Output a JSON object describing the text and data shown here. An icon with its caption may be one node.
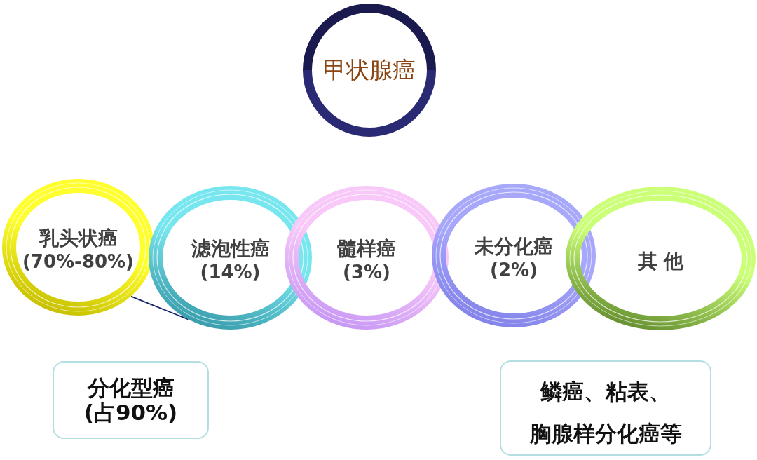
{
  "diagram": {
    "nodes": [
      {
        "text": [
          "甲状腺癌"
        ]
      },
      {
        "text": [
          "乳头状癌",
          "(70%-80%)"
        ]
      },
      {
        "text": [
          "滤泡性癌",
          "(14%)"
        ]
      },
      {
        "text": [
          "髓样癌",
          "(3%)"
        ]
      },
      {
        "text": [
          "未分化癌",
          "(2%)"
        ]
      },
      {
        "text": [
          "其 他"
        ]
      },
      {
        "text": [
          "分化型癌",
          "(占90%)"
        ]
      },
      {
        "text": [
          "鳞癌、粘表、",
          "胸腺样分化癌等"
        ]
      }
    ],
    "edges": [
      {
        "from": 1,
        "to": 2,
        "arrow": "none"
      }
    ]
  }
}
